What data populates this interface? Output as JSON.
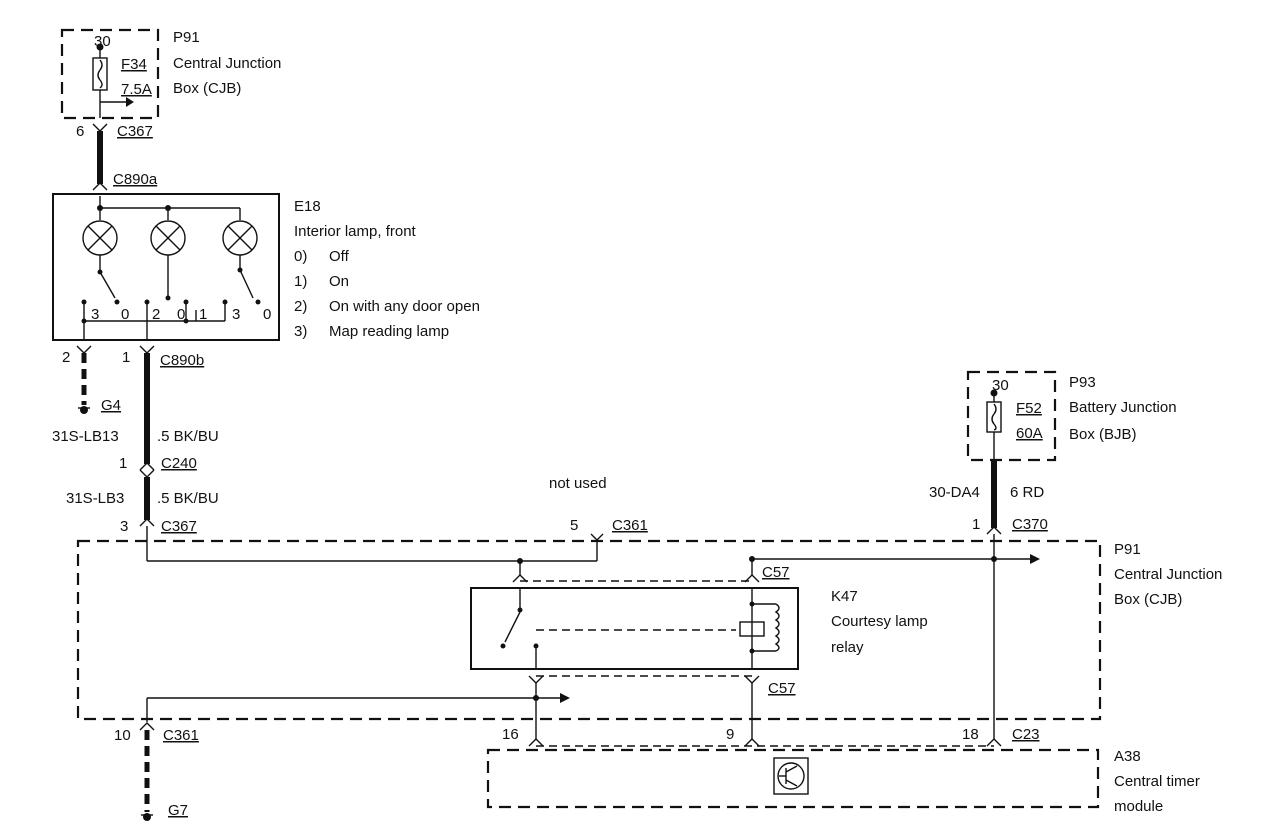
{
  "p91_top": {
    "id": "P91",
    "name_line1": "Central Junction",
    "name_line2": "Box (CJB)",
    "pin": "30",
    "fuse": "F34",
    "rating": "7.5A"
  },
  "c367_top": {
    "pin": "6",
    "connector": "C367"
  },
  "c890a": {
    "connector": "C890a"
  },
  "e18": {
    "id": "E18",
    "name": "Interior lamp, front",
    "modes": [
      {
        "num": "0)",
        "label": "Off"
      },
      {
        "num": "1)",
        "label": "On"
      },
      {
        "num": "2)",
        "label": "On with any door open"
      },
      {
        "num": "3)",
        "label": "Map reading lamp"
      }
    ],
    "switch_positions": [
      "3",
      "0",
      "2",
      "0",
      "1",
      "3",
      "0"
    ]
  },
  "c890b": {
    "pin_left": "2",
    "pin_right": "1",
    "connector": "C890b"
  },
  "g4": {
    "label": "G4"
  },
  "wire1": {
    "circuit": "31S-LB13",
    "spec": ".5 BK/BU"
  },
  "c240": {
    "pin": "1",
    "connector": "C240"
  },
  "wire2": {
    "circuit": "31S-LB3",
    "spec": ".5 BK/BU"
  },
  "c367_low": {
    "pin": "3",
    "connector": "C367"
  },
  "not_used": {
    "label": "not used"
  },
  "c361_top": {
    "pin": "5",
    "connector": "C361"
  },
  "p93": {
    "id": "P93",
    "name_line1": "Battery Junction",
    "name_line2": "Box (BJB)",
    "pin": "30",
    "fuse": "F52",
    "rating": "60A"
  },
  "wire3": {
    "circuit": "30-DA4",
    "spec": "6 RD"
  },
  "c370": {
    "pin": "1",
    "connector": "C370"
  },
  "p91_low": {
    "id": "P91",
    "name_line1": "Central Junction",
    "name_line2": "Box (CJB)"
  },
  "c57_top": {
    "connector": "C57"
  },
  "k47": {
    "id": "K47",
    "name_line1": "Courtesy lamp",
    "name_line2": "relay"
  },
  "c57_bot": {
    "connector": "C57"
  },
  "c361_bot": {
    "pin": "10",
    "connector": "C361"
  },
  "a38_pins": {
    "p16": "16",
    "p9": "9",
    "p18": "18",
    "connector": "C23"
  },
  "a38": {
    "id": "A38",
    "name_line1": "Central timer",
    "name_line2": "module"
  },
  "g7": {
    "label": "G7"
  }
}
